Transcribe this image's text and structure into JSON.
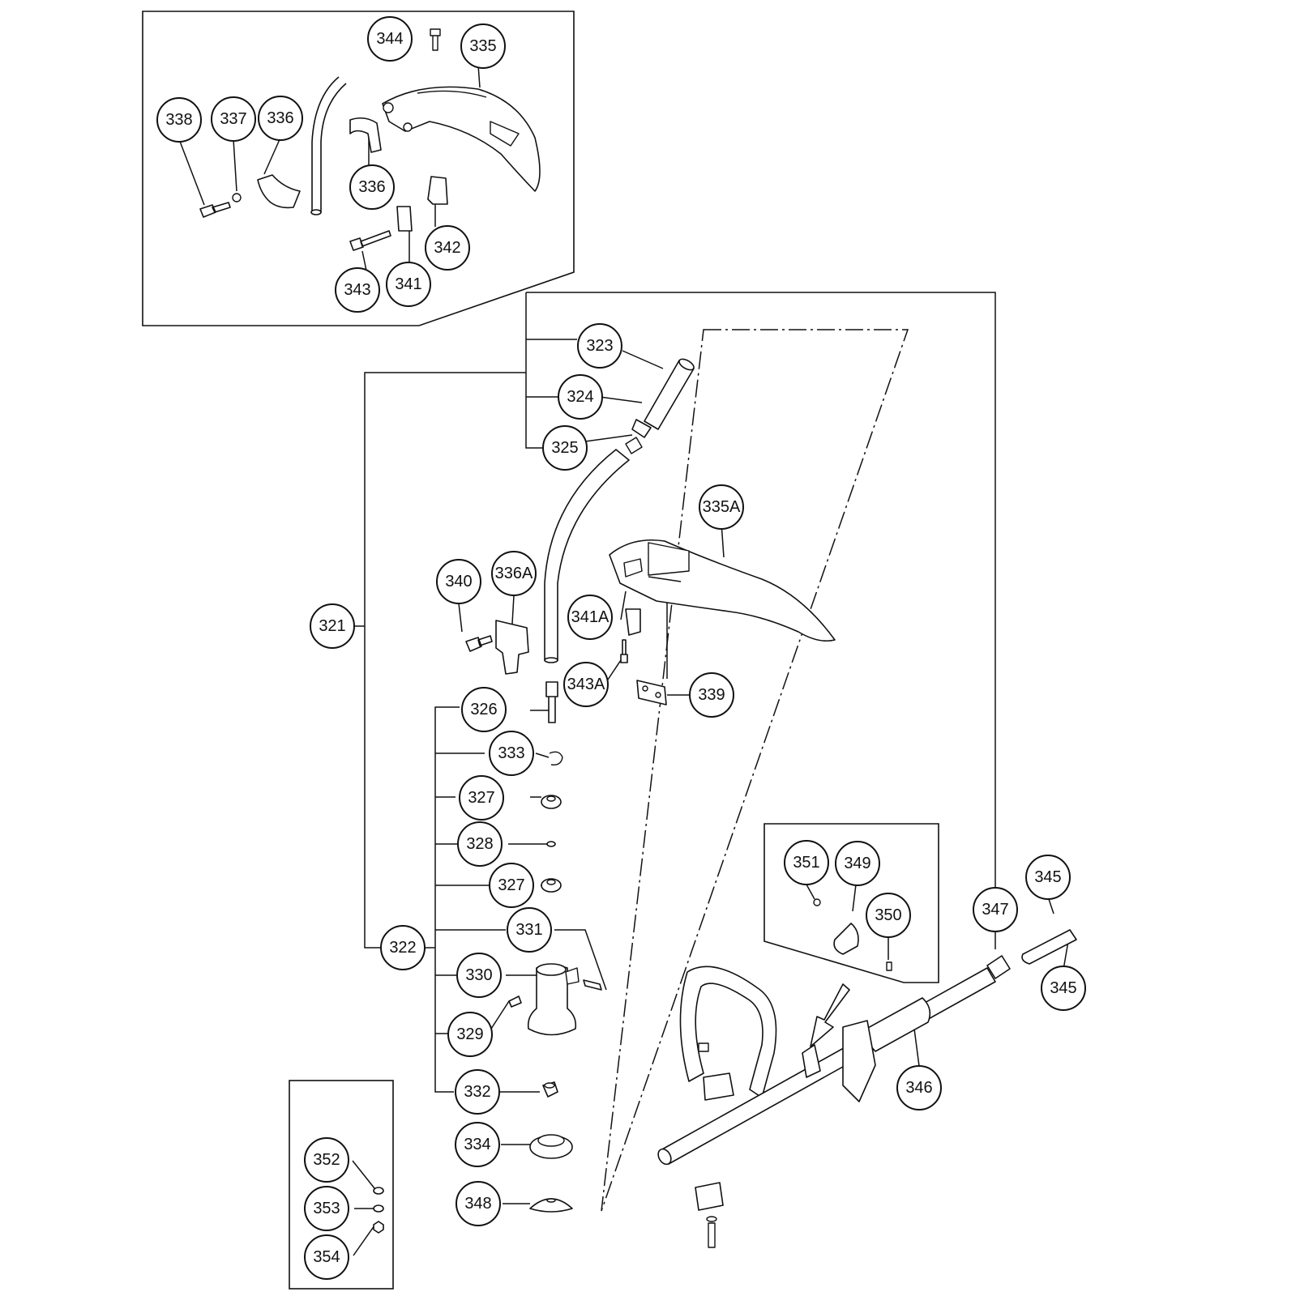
{
  "callouts": {
    "c344": "344",
    "c335": "335",
    "c338": "338",
    "c337": "337",
    "c336a": "336",
    "c336b": "336",
    "c342": "342",
    "c341": "341",
    "c343": "343",
    "c323": "323",
    "c324": "324",
    "c325": "325",
    "c321": "321",
    "c322": "322",
    "c335A": "335A",
    "c340": "340",
    "c336A": "336A",
    "c341A": "341A",
    "c343A": "343A",
    "c339": "339",
    "c326": "326",
    "c333": "333",
    "c327a": "327",
    "c328": "328",
    "c327b": "327",
    "c331": "331",
    "c330": "330",
    "c329": "329",
    "c332": "332",
    "c334": "334",
    "c348": "348",
    "c351": "351",
    "c349": "349",
    "c350": "350",
    "c347": "347",
    "c345a": "345",
    "c345b": "345",
    "c346": "346",
    "c352": "352",
    "c353": "353",
    "c354": "354"
  },
  "icons": {
    "arrow": "assembly-direction-arrow-icon"
  }
}
